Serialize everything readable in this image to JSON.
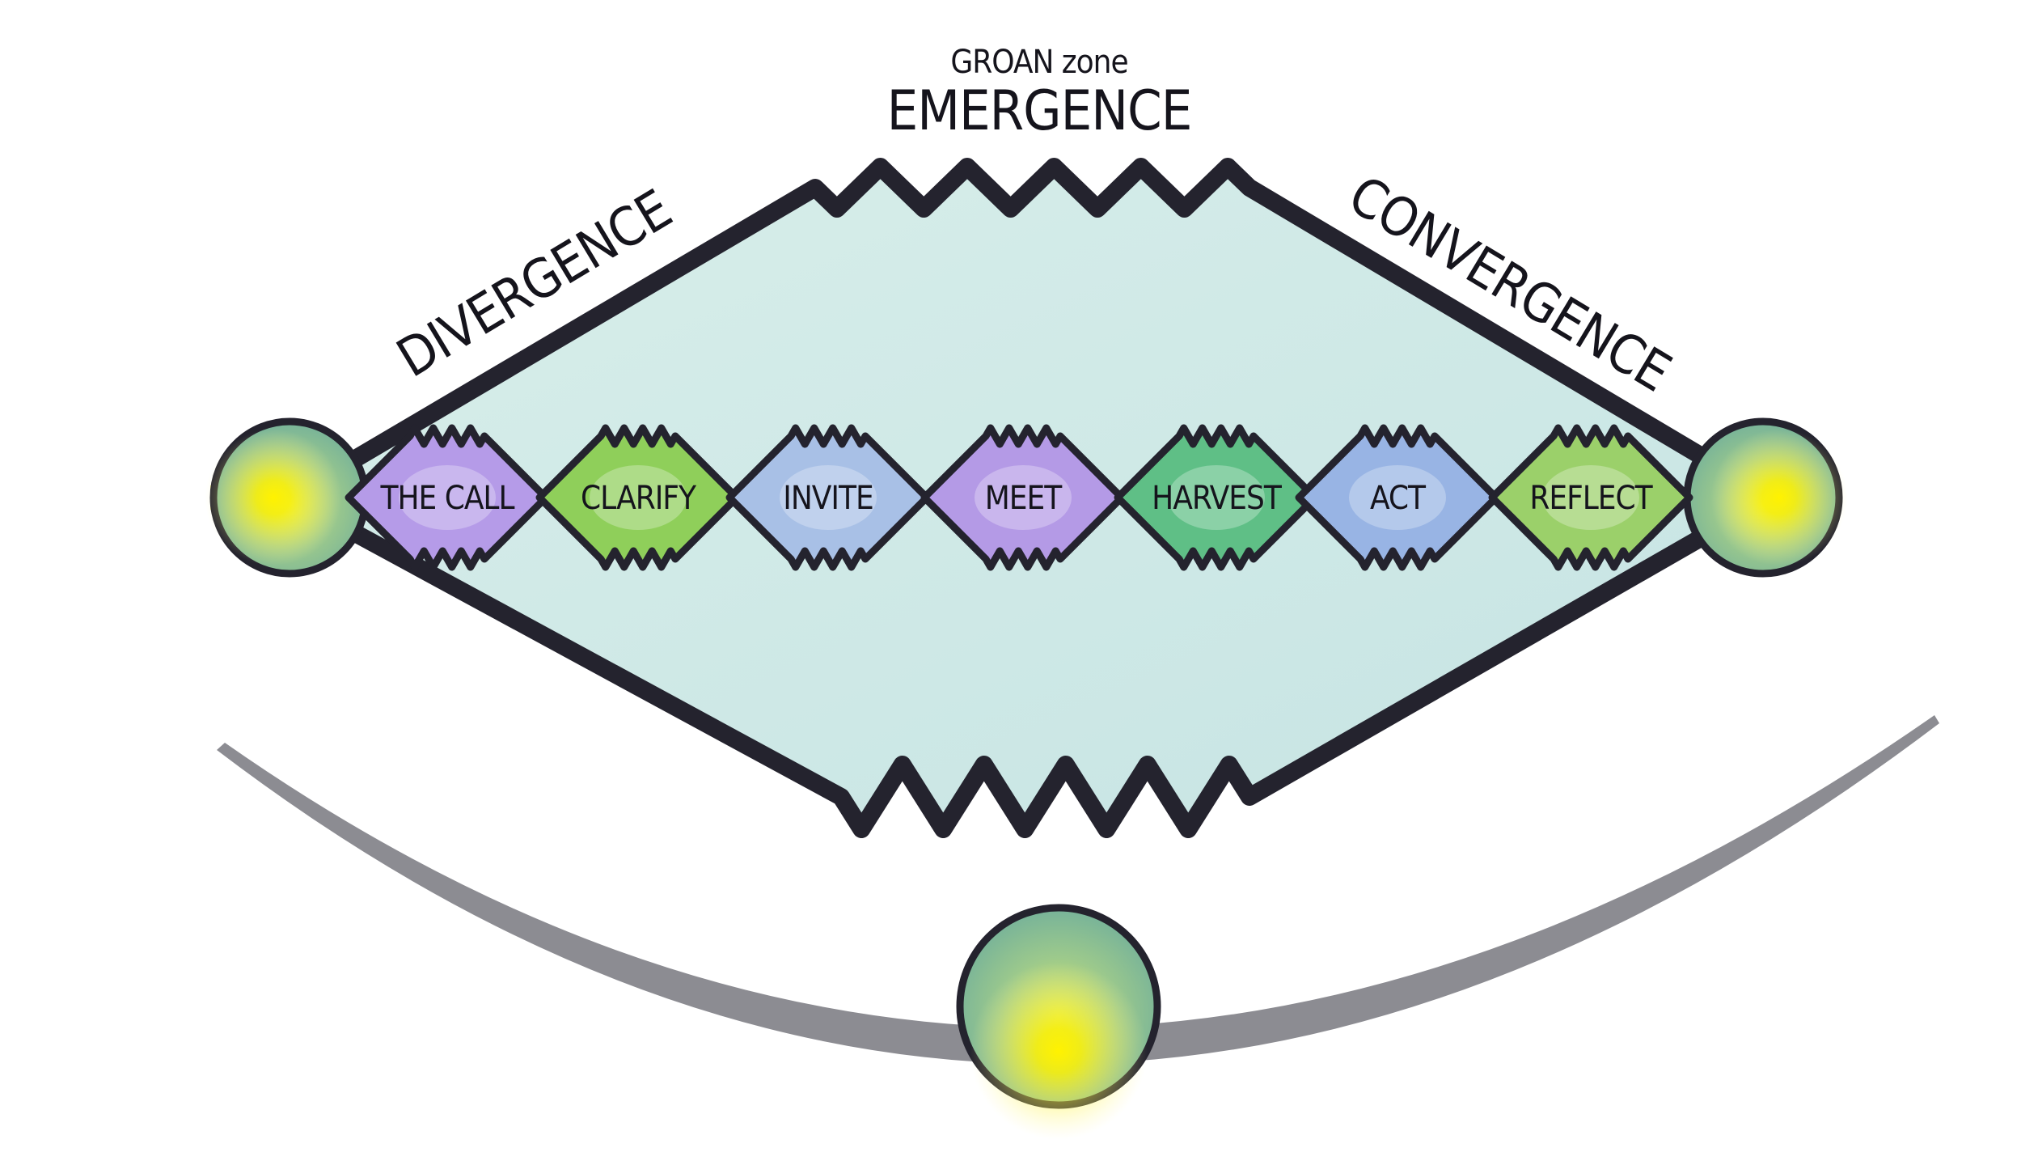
{
  "header": {
    "groan_label": "GROAN zone",
    "emergence_label": "EMERGENCE"
  },
  "sides": {
    "divergence_label": "DIVERGENCE",
    "convergence_label": "CONVERGENCE"
  },
  "steps": [
    {
      "label": "THE CALL",
      "color": "#b59be8"
    },
    {
      "label": "CLARIFY",
      "color": "#8fcf5a"
    },
    {
      "label": "INVITE",
      "color": "#a8c0e6"
    },
    {
      "label": "MEET",
      "color": "#b49ae6"
    },
    {
      "label": "HARVEST",
      "color": "#5fbf86"
    },
    {
      "label": "ACT",
      "color": "#98b4e4"
    },
    {
      "label": "REFLECT",
      "color": "#9bd06a"
    }
  ],
  "colors": {
    "outline": "#24232e",
    "field": "#cfe7e4",
    "orb": "#8fc48f",
    "glow": "#f6ee1a",
    "arc": "#8c8c92"
  }
}
